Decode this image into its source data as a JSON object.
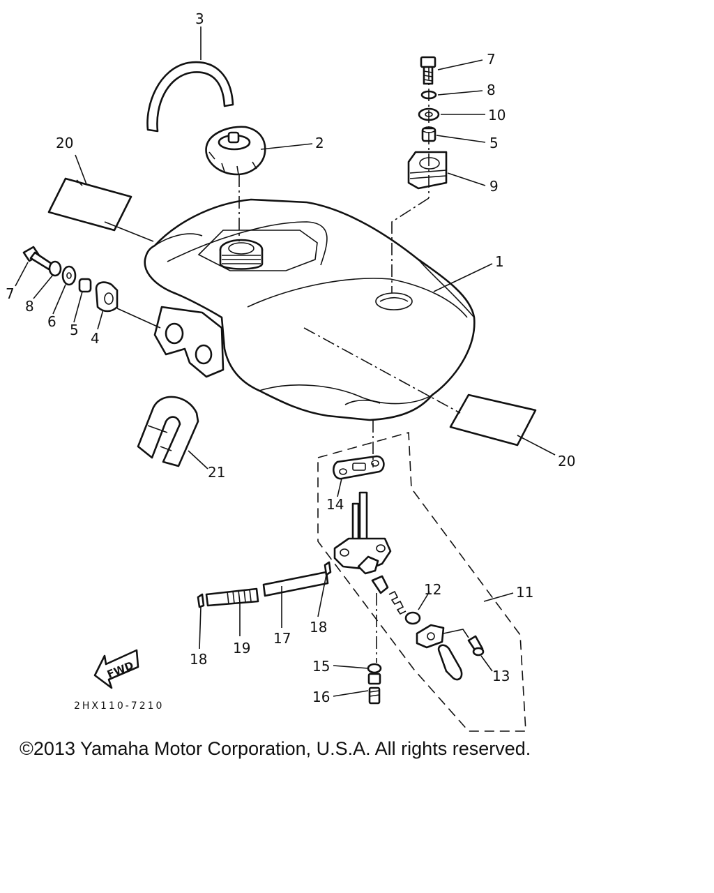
{
  "diagram": {
    "drawing_code": "2HX110-7210",
    "fwd_label": "FWD",
    "callouts": {
      "p1": "1",
      "p2": "2",
      "p3": "3",
      "p7r": "7",
      "p8r": "8",
      "p10": "10",
      "p5r": "5",
      "p9": "9",
      "p20a": "20",
      "p20b": "20",
      "p7l": "7",
      "p8l": "8",
      "p6": "6",
      "p5l": "5",
      "p4": "4",
      "p21": "21",
      "p14": "14",
      "p11": "11",
      "p12": "12",
      "p13": "13",
      "p15": "15",
      "p16": "16",
      "p17": "17",
      "p18a": "18",
      "p18b": "18",
      "p19": "19"
    }
  },
  "footer": {
    "copyright": "©2013 Yamaha Motor Corporation, U.S.A. All rights reserved."
  }
}
